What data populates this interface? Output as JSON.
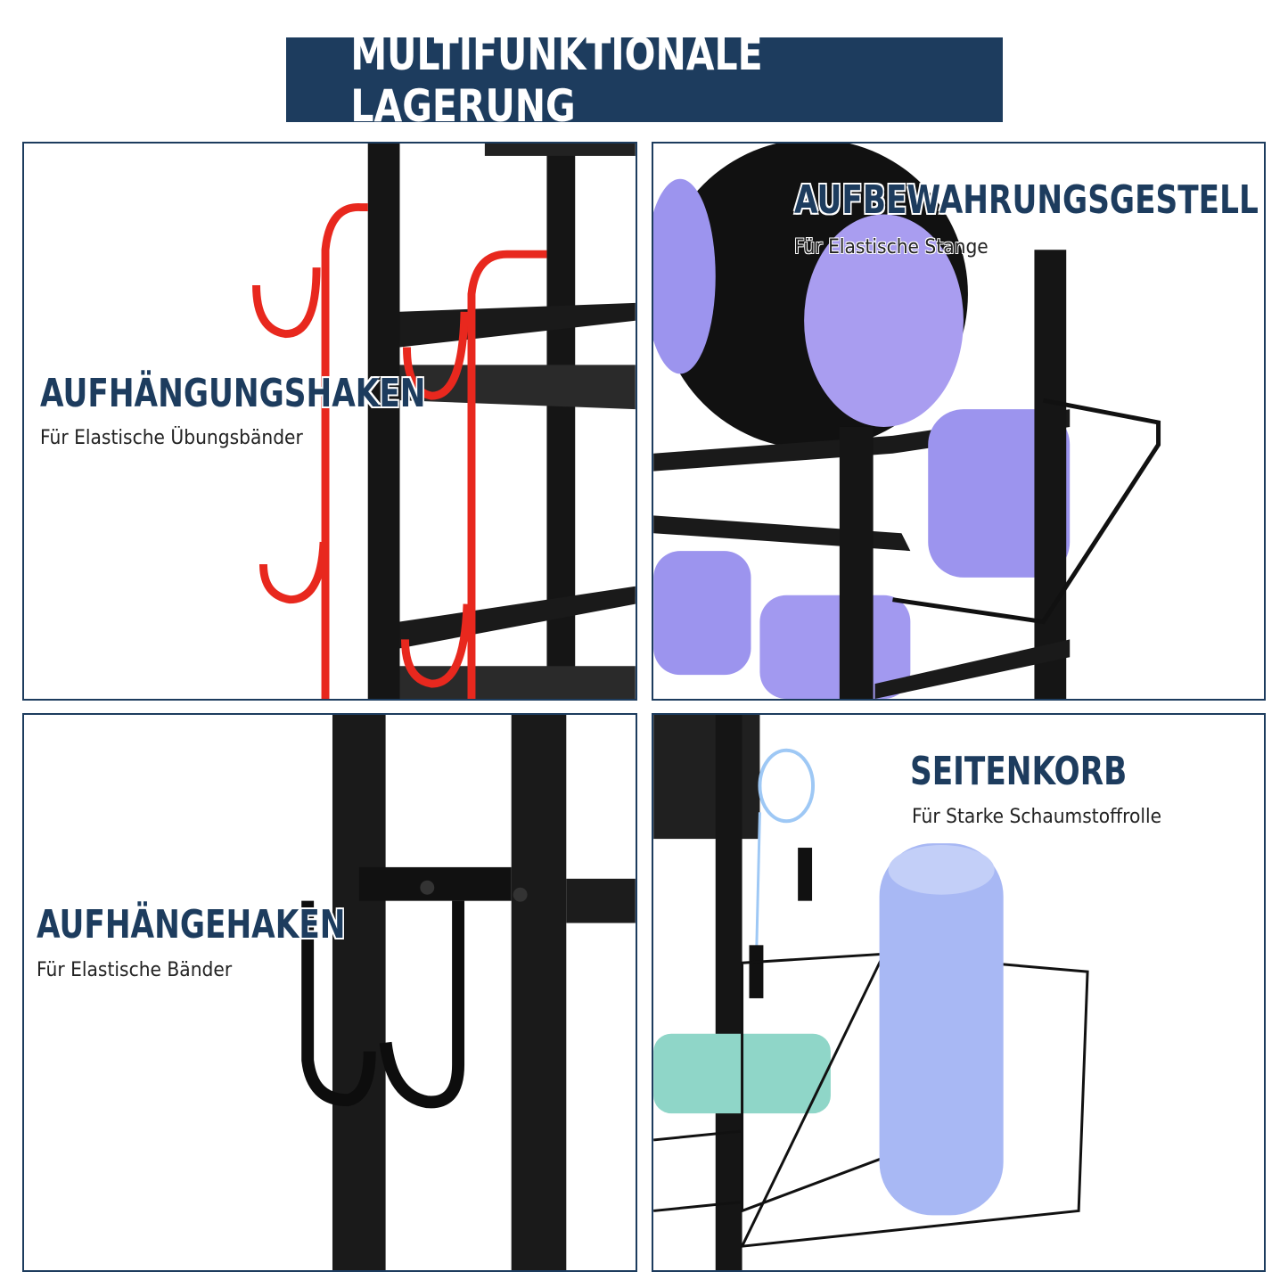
{
  "title": "MULTIFUNKTIONALE LAGERUNG",
  "panels": [
    {
      "heading": "AUFHÄNGUNGSHAKEN",
      "subtitle": "Für Elastische Übungsbänder"
    },
    {
      "heading": "AUFBEWAHRUNGSGESTELL",
      "subtitle": "Für Elastische Stange"
    },
    {
      "heading": "AUFHÄNGEHAKEN",
      "subtitle": "Für Elastische Bänder"
    },
    {
      "heading": "SEITENKORB",
      "subtitle": "Für Starke Schaumstoffrolle"
    }
  ],
  "colors": {
    "brand": "#1d3c5e",
    "hook_red": "#e8281e",
    "frame": "#111111",
    "lavender": "#9c94ee",
    "foam": "#a8b8f4"
  }
}
